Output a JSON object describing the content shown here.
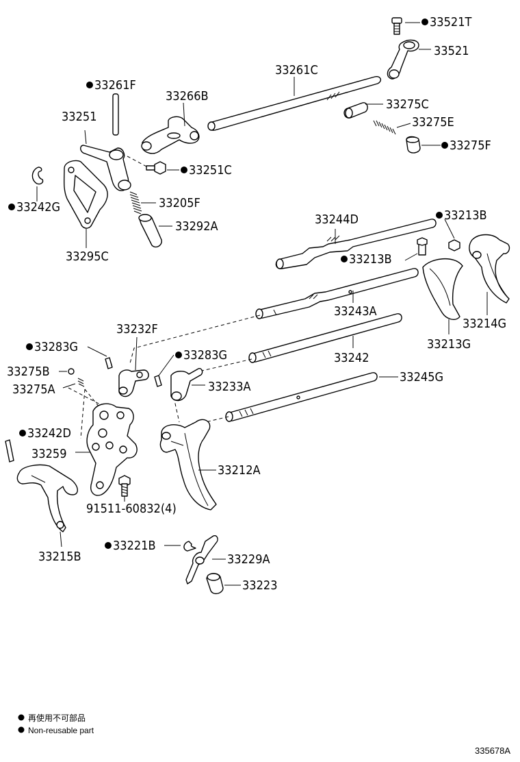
{
  "parts": [
    {
      "id": "33521T",
      "label": "33521T",
      "non_reusable": true
    },
    {
      "id": "33521",
      "label": "33521",
      "non_reusable": false
    },
    {
      "id": "33261C",
      "label": "33261C",
      "non_reusable": false
    },
    {
      "id": "33261F",
      "label": "33261F",
      "non_reusable": true
    },
    {
      "id": "33266B",
      "label": "33266B",
      "non_reusable": false
    },
    {
      "id": "33251",
      "label": "33251",
      "non_reusable": false
    },
    {
      "id": "33275C",
      "label": "33275C",
      "non_reusable": false
    },
    {
      "id": "33275E",
      "label": "33275E",
      "non_reusable": false
    },
    {
      "id": "33275F",
      "label": "33275F",
      "non_reusable": true
    },
    {
      "id": "33251C",
      "label": "33251C",
      "non_reusable": true
    },
    {
      "id": "33242G",
      "label": "33242G",
      "non_reusable": true
    },
    {
      "id": "33205F",
      "label": "33205F",
      "non_reusable": false
    },
    {
      "id": "33292A",
      "label": "33292A",
      "non_reusable": false
    },
    {
      "id": "33295C",
      "label": "33295C",
      "non_reusable": false
    },
    {
      "id": "33244D",
      "label": "33244D",
      "non_reusable": false
    },
    {
      "id": "33213B_top",
      "label": "33213B",
      "non_reusable": true
    },
    {
      "id": "33213B_bolt",
      "label": "33213B",
      "non_reusable": true
    },
    {
      "id": "33243A",
      "label": "33243A",
      "non_reusable": false
    },
    {
      "id": "33214G",
      "label": "33214G",
      "non_reusable": false
    },
    {
      "id": "33213G",
      "label": "33213G",
      "non_reusable": false
    },
    {
      "id": "33232F",
      "label": "33232F",
      "non_reusable": false
    },
    {
      "id": "33283G_left",
      "label": "33283G",
      "non_reusable": true
    },
    {
      "id": "33283G_right",
      "label": "33283G",
      "non_reusable": true
    },
    {
      "id": "33242",
      "label": "33242",
      "non_reusable": false
    },
    {
      "id": "33275B",
      "label": "33275B",
      "non_reusable": false
    },
    {
      "id": "33275A",
      "label": "33275A",
      "non_reusable": false
    },
    {
      "id": "33233A",
      "label": "33233A",
      "non_reusable": false
    },
    {
      "id": "33245G",
      "label": "33245G",
      "non_reusable": false
    },
    {
      "id": "33242D",
      "label": "33242D",
      "non_reusable": true
    },
    {
      "id": "33259",
      "label": "33259",
      "non_reusable": false
    },
    {
      "id": "33212A",
      "label": "33212A",
      "non_reusable": false
    },
    {
      "id": "91511",
      "label": "91511-60832(4)",
      "non_reusable": false
    },
    {
      "id": "33215B",
      "label": "33215B",
      "non_reusable": false
    },
    {
      "id": "33221B",
      "label": "33221B",
      "non_reusable": true
    },
    {
      "id": "33229A",
      "label": "33229A",
      "non_reusable": false
    },
    {
      "id": "33223",
      "label": "33223",
      "non_reusable": false
    }
  ],
  "legend": {
    "jp": "再使用不可部品",
    "en": "Non-reusable part"
  },
  "diagram_code": "335678A"
}
